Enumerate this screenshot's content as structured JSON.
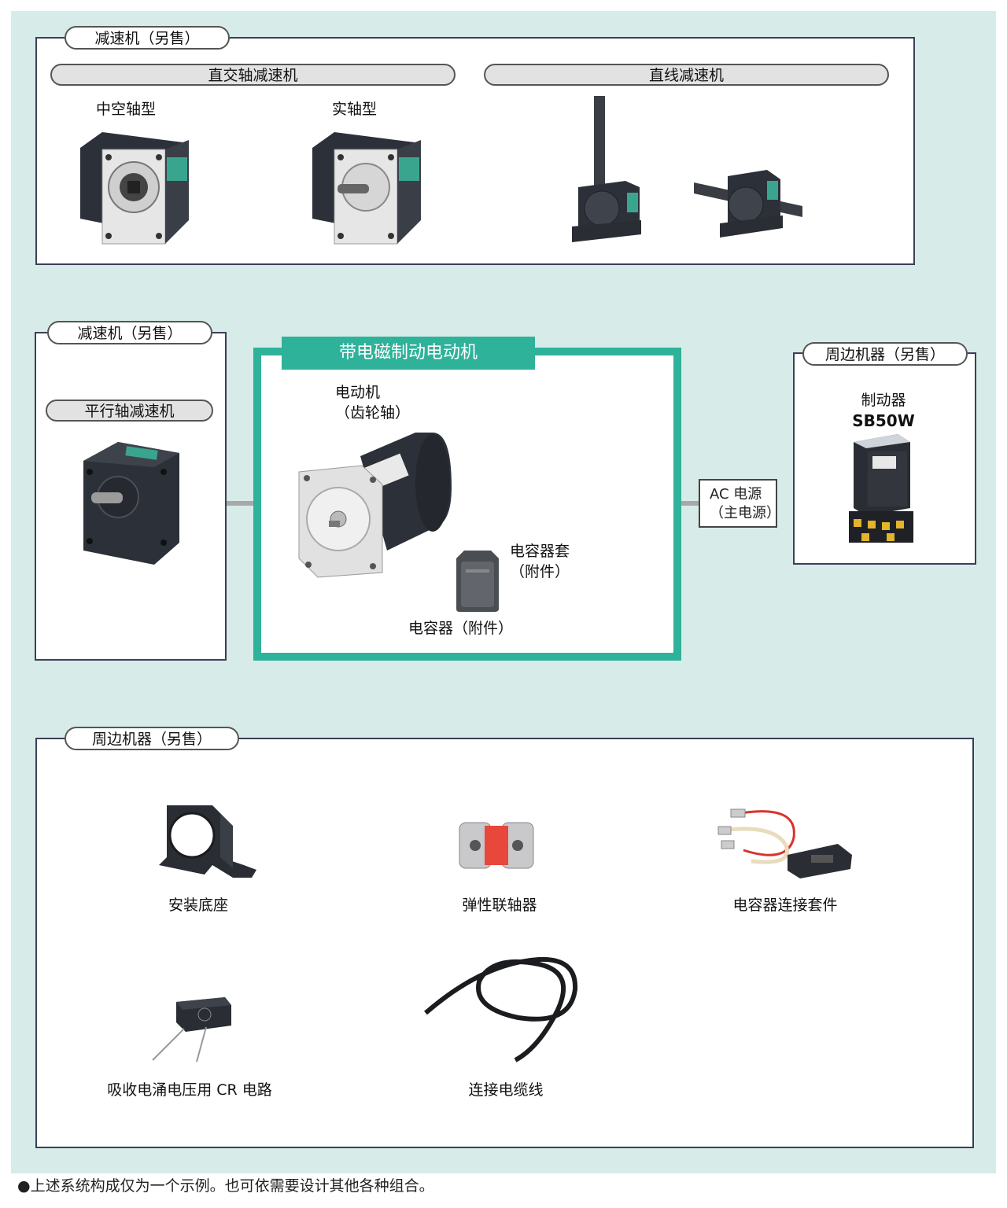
{
  "top_panel": {
    "tag": "减速机（另售）",
    "right_angle": {
      "title": "直交轴减速机",
      "hollow_label": "中空轴型",
      "solid_label": "实轴型"
    },
    "linear": {
      "title": "直线减速机"
    }
  },
  "left_panel": {
    "tag": "减速机（另售）",
    "parallel_title": "平行轴减速机"
  },
  "motor_group": {
    "title": "带电磁制动电动机",
    "motor_label_1": "电动机",
    "motor_label_2": "（齿轮轴）",
    "cap_cover_1": "电容器套",
    "cap_cover_2": "（附件）",
    "capacitor": "电容器（附件）"
  },
  "ac_power": {
    "line1": "AC 电源",
    "line2": "（主电源）"
  },
  "right_panel": {
    "tag": "周边机器（另售）",
    "brake_label": "制动器",
    "brake_model": "SB50W"
  },
  "bottom_panel": {
    "tag": "周边机器（另售）",
    "items": [
      "安装底座",
      "弹性联轴器",
      "电容器连接套件",
      "吸收电涌电压用 CR 电路",
      "连接电缆线"
    ]
  },
  "footnote": "●上述系统构成仅为一个示例。也可依需要设计其他各种组合。",
  "colors": {
    "accent": "#2fb29a",
    "background": "#d7ece8",
    "motor_body": "#2c3038"
  }
}
